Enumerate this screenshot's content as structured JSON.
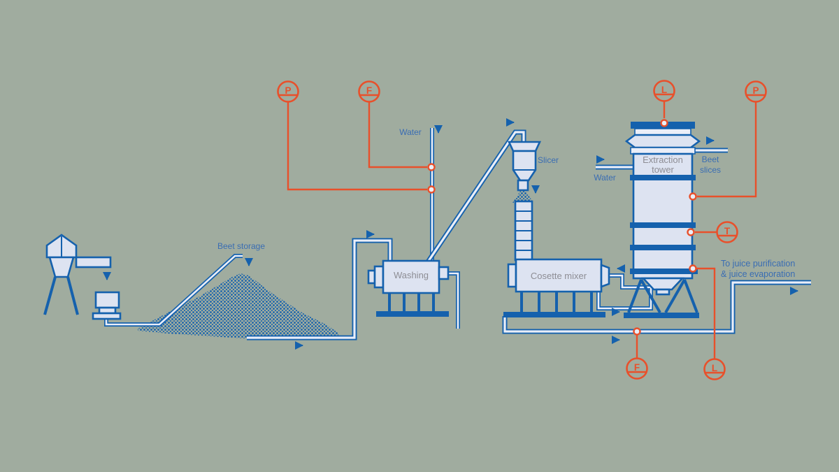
{
  "diagram": {
    "type": "process-flow-diagram",
    "subject": "sugar-beet-extraction-process",
    "colors": {
      "background": "#a0ac9f",
      "line_blue": "#1561ad",
      "equipment_fill": "#dde3f1",
      "pipe_fill": "#eaeef8",
      "accent_orange": "#e8502b",
      "label_gray": "#8d8d94",
      "label_blue": "#3a6db3"
    },
    "labels": {
      "water_top": "Water",
      "beet_storage": "Beet storage",
      "washing": "Washing",
      "slicer": "Slicer",
      "cosette_mixer": "Cosette mixer",
      "extraction_tower_line1": "Extraction",
      "extraction_tower_line2": "tower",
      "water_tower": "Water",
      "beet_slices_line1": "Beet",
      "beet_slices_line2": "slices",
      "to_juice_line1": "To juice purification",
      "to_juice_line2": "& juice evaporation"
    },
    "instruments": [
      {
        "name": "pressure-indicator-washwater",
        "letter": "P"
      },
      {
        "name": "flow-indicator-washwater",
        "letter": "F"
      },
      {
        "name": "level-indicator-tower-top",
        "letter": "L"
      },
      {
        "name": "pressure-indicator-tower",
        "letter": "P"
      },
      {
        "name": "temperature-indicator-tower",
        "letter": "T"
      },
      {
        "name": "flow-indicator-raw-juice",
        "letter": "F"
      },
      {
        "name": "level-indicator-tower-bottom",
        "letter": "L"
      }
    ]
  }
}
